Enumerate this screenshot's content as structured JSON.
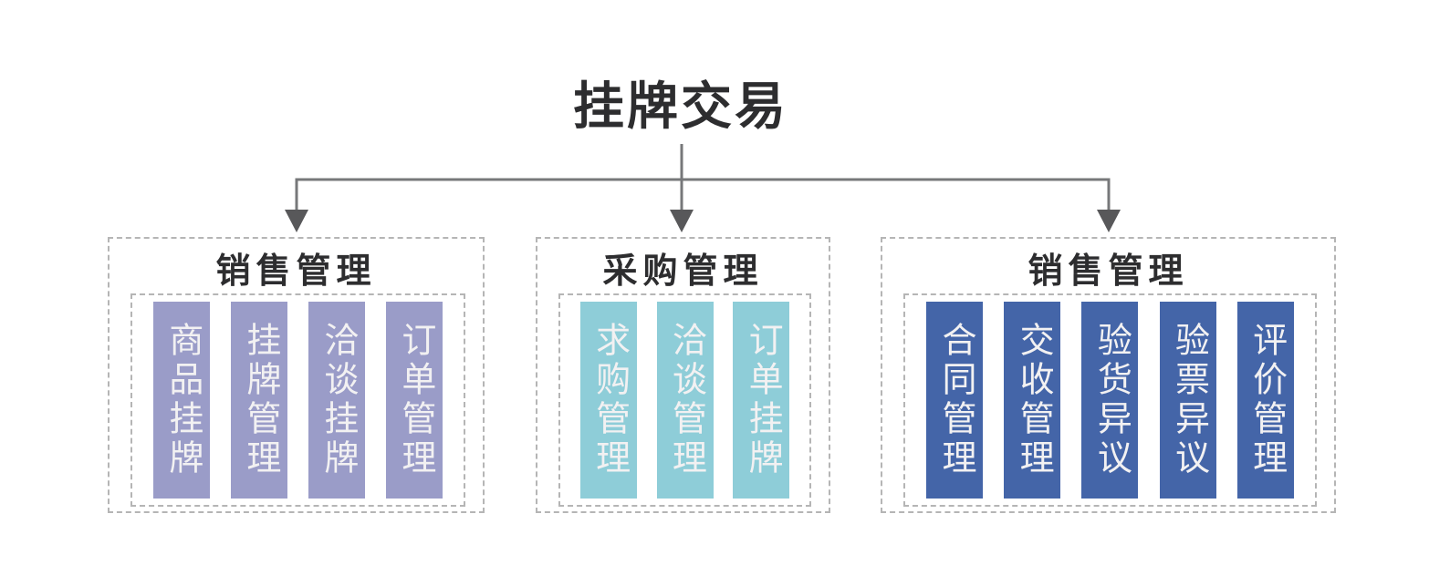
{
  "title": "挂牌交易",
  "colors": {
    "group1_fill": "#9a9cc8",
    "group2_fill": "#8ecdd8",
    "group3_fill": "#4465a8",
    "arrow_line": "#77787a",
    "arrow_head": "#58585a",
    "dashed_border": "#b5b5b5",
    "heading_text": "#2d2d2f",
    "item_text": "#f2f1f2"
  },
  "groups": [
    {
      "id": "sales-management-left",
      "heading": "销售管理",
      "fill": "#9a9cc8",
      "items": [
        "商品挂牌",
        "挂牌管理",
        "洽谈挂牌",
        "订单管理"
      ]
    },
    {
      "id": "purchase-management",
      "heading": "采购管理",
      "fill": "#8ecdd8",
      "items": [
        "求购管理",
        "洽谈管理",
        "订单挂牌"
      ]
    },
    {
      "id": "sales-management-right",
      "heading": "销售管理",
      "fill": "#4465a8",
      "items": [
        "合同管理",
        "交收管理",
        "验货异议",
        "验票异议",
        "评价管理"
      ]
    }
  ]
}
